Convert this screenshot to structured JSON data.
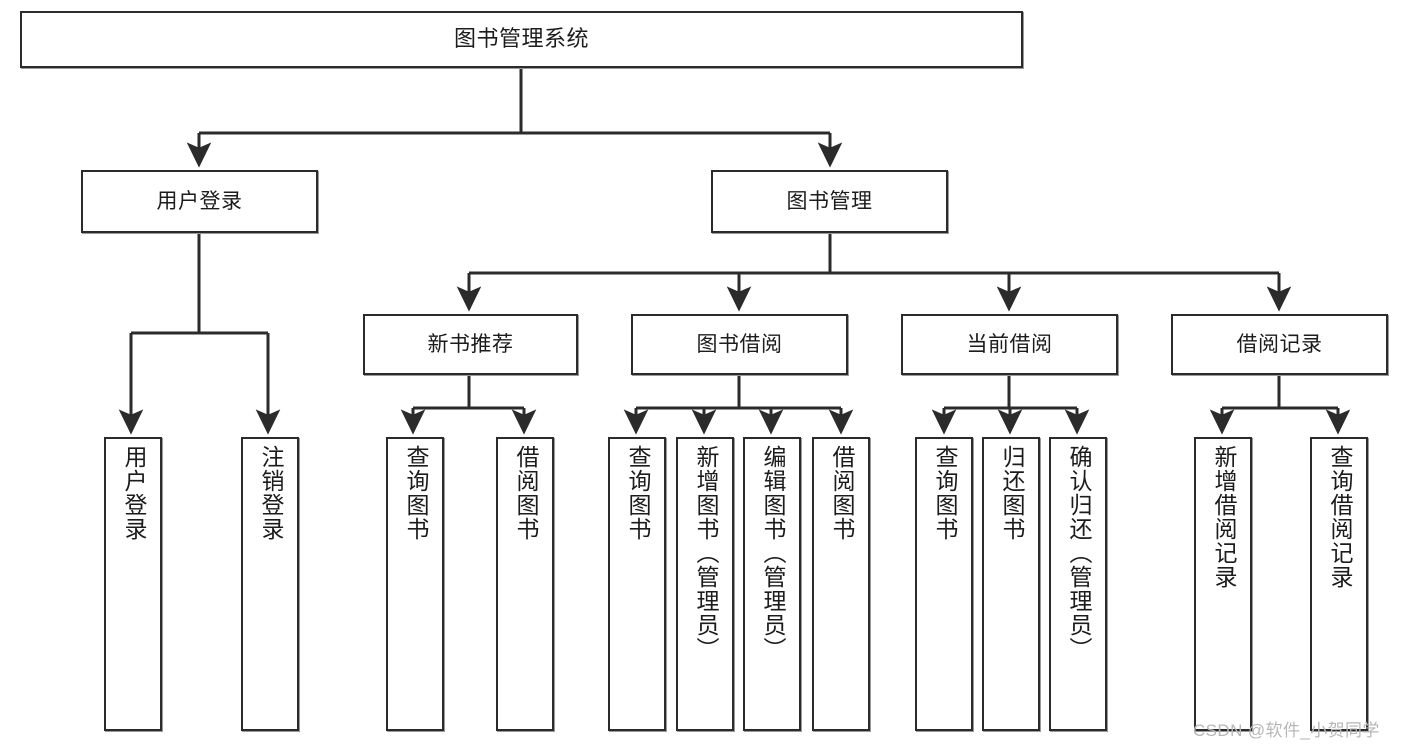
{
  "diagram": {
    "title": "图书管理系统",
    "type": "hierarchy-tree",
    "watermark": "CSDN @软件_小贺同学",
    "colors": {
      "box_border": "#2b2b2b",
      "box_fill": "#ffffff",
      "connector": "#2b2b2b",
      "text": "#1c1c1c",
      "watermark": "#b7b7b7"
    },
    "nodes": {
      "root": {
        "label": "图书管理系统"
      },
      "level2": [
        {
          "id": "user-login",
          "label": "用户登录"
        },
        {
          "id": "book-manage",
          "label": "图书管理"
        }
      ],
      "level3": [
        {
          "id": "new-book-recommend",
          "label": "新书推荐"
        },
        {
          "id": "book-borrow",
          "label": "图书借阅"
        },
        {
          "id": "current-borrow",
          "label": "当前借阅"
        },
        {
          "id": "borrow-record",
          "label": "借阅记录"
        }
      ],
      "leaves": {
        "user_login": [
          {
            "id": "leaf-user-login",
            "label": "用户登录"
          },
          {
            "id": "leaf-logout-login",
            "label": "注销登录"
          }
        ],
        "new_book_recommend": [
          {
            "id": "leaf-query-book-1",
            "label": "查询图书"
          },
          {
            "id": "leaf-borrow-book-1",
            "label": "借阅图书"
          }
        ],
        "book_borrow": [
          {
            "id": "leaf-query-book-2",
            "label": "查询图书"
          },
          {
            "id": "leaf-add-book",
            "label": "新增图书（管理员）"
          },
          {
            "id": "leaf-edit-book",
            "label": "编辑图书（管理员）"
          },
          {
            "id": "leaf-borrow-book-2",
            "label": "借阅图书"
          }
        ],
        "current_borrow": [
          {
            "id": "leaf-query-book-3",
            "label": "查询图书"
          },
          {
            "id": "leaf-return-book",
            "label": "归还图书"
          },
          {
            "id": "leaf-confirm-return",
            "label": "确认归还（管理员）"
          }
        ],
        "borrow_record": [
          {
            "id": "leaf-add-record",
            "label": "新增借阅记录"
          },
          {
            "id": "leaf-query-record",
            "label": "查询借阅记录"
          }
        ]
      }
    }
  }
}
